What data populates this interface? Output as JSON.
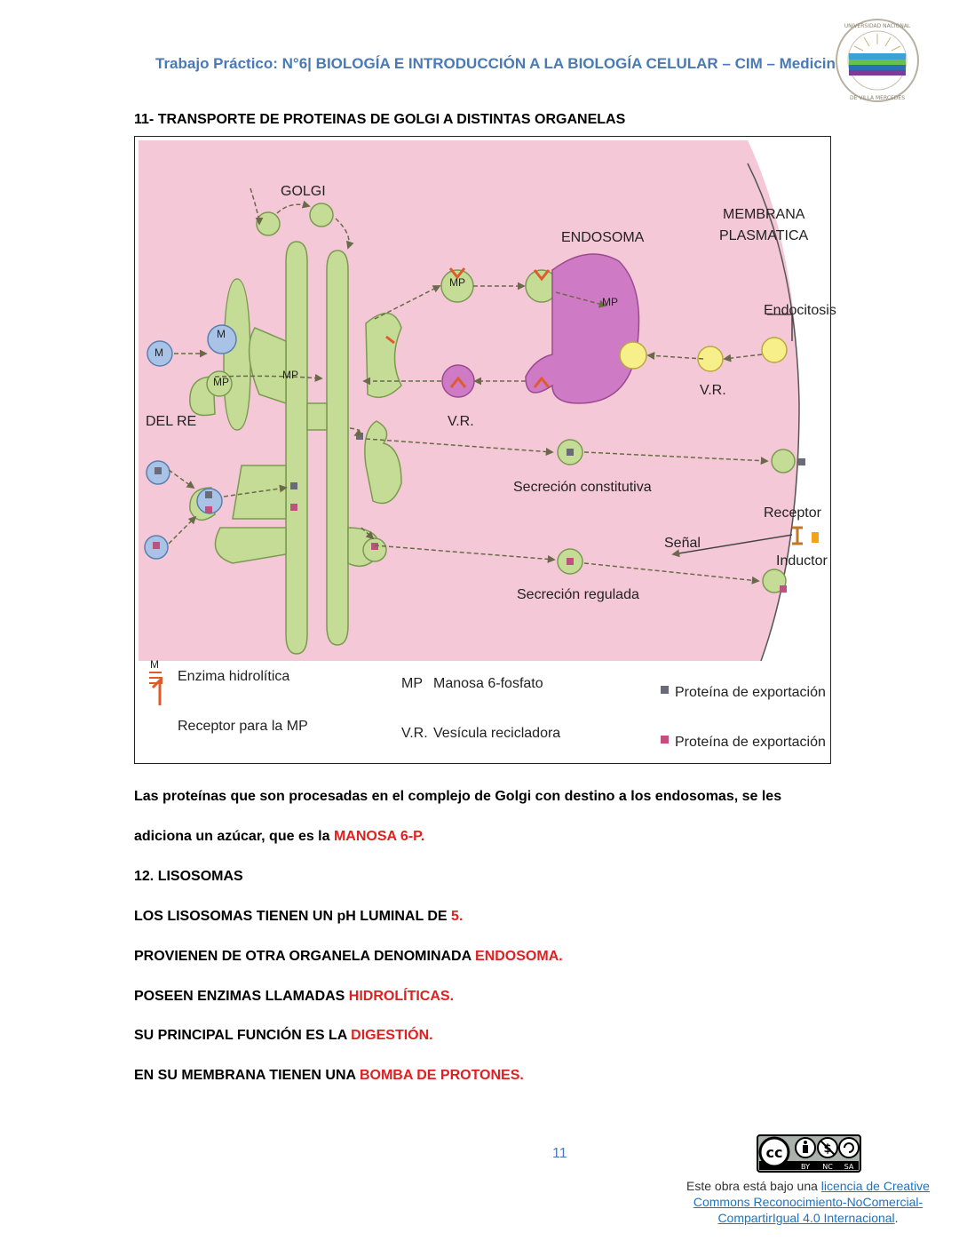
{
  "header": {
    "title": "Trabajo Práctico: N°6| BIOLOGÍA E INTRODUCCIÓN A LA BIOLOGÍA CELULAR – CIM – Medicina",
    "logo_text_top": "UNIVERSIDAD NACIONAL",
    "logo_text_bottom": "DE VILLA MERCEDES"
  },
  "section11": {
    "title": "11- TRANSPORTE DE PROTEINAS DE GOLGI A DISTINTAS ORGANELAS"
  },
  "diagram": {
    "labels": {
      "golgi": "GOLGI",
      "endosoma": "ENDOSOMA",
      "membrana1": "MEMBRANA",
      "membrana2": "PLASMATICA",
      "endocitosis": "Endocitosis",
      "del_re": "DEL RE",
      "vr1": "V.R.",
      "vr2": "V.R.",
      "secrecion_constitutiva": "Secreción constitutiva",
      "secrecion_regulada": "Secreción regulada",
      "receptor": "Receptor",
      "senal": "Señal",
      "inductor": "Inductor",
      "m": "M",
      "mp": "MP"
    },
    "legend": {
      "enzima_symbol": "M",
      "enzima": "Enzima hidrolítica",
      "receptor_mp": "Receptor para la MP",
      "mp_symbol": "MP",
      "mp_text": "Manosa 6-fosfato",
      "vr_symbol": "V.R.",
      "vr_text": "Vesícula recicladora",
      "proteina1": "Proteína de exportación",
      "proteina2": "Proteína de exportación"
    },
    "colors": {
      "background": "#f4c8d6",
      "golgi": "#c5dc96",
      "endosome": "#cf7ac4",
      "er_vesicle": "#a9c3e6",
      "recycling": "#f6ef8a"
    }
  },
  "paragraph1": {
    "text": "Las proteínas que son procesadas en el complejo de Golgi con destino a los endosomas, se les",
    "line2": "adiciona un azúcar, que es la ",
    "highlight": "MANOSA 6-P."
  },
  "section12": {
    "title": "12. LISOSOMAS",
    "lines": [
      {
        "text": "LOS LISOSOMAS TIENEN UN pH LUMINAL DE ",
        "highlight": "5."
      },
      {
        "text": "PROVIENEN DE OTRA ORGANELA DENOMINADA ",
        "highlight": "ENDOSOMA."
      },
      {
        "text": "POSEEN ENZIMAS LLAMADAS ",
        "highlight": "HIDROLÍTICAS."
      },
      {
        "text": "SU PRINCIPAL FUNCIÓN ES LA ",
        "highlight": "DIGESTIÓN."
      },
      {
        "text": "EN SU MEMBRANA TIENEN UNA ",
        "highlight": "BOMBA DE PROTONES."
      }
    ]
  },
  "footer": {
    "page_number": "11",
    "cc_labels": [
      "BY",
      "NC",
      "SA"
    ],
    "license_prefix": "Este obra está bajo una ",
    "license_link": "licencia de Creative Commons Reconocimiento-NoComercial-CompartirIgual 4.0 Internacional",
    "license_suffix": "."
  }
}
